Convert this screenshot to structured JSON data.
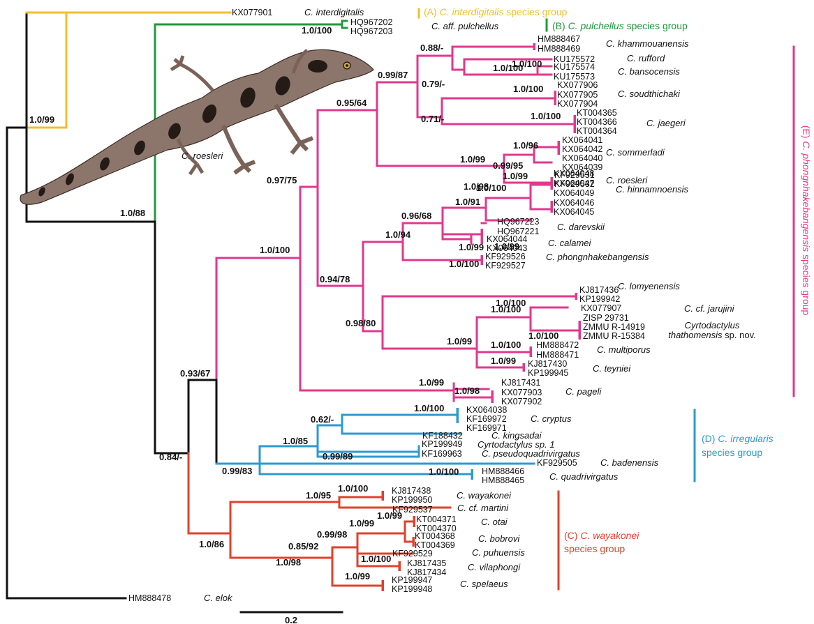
{
  "colors": {
    "root": "#111111",
    "A": "#f0bf2a",
    "B": "#21983c",
    "E": "#e0388e",
    "D": "#2b9ad0",
    "C": "#e0412c"
  },
  "groups": {
    "A": {
      "prefix": "(A) ",
      "name": "C. interdigitalis",
      "suffix": " species group"
    },
    "B": {
      "prefix": "(B) ",
      "name": "C. pulchellus",
      "suffix": " species group"
    },
    "E": {
      "prefix": "(E) ",
      "name": "C. phongnhakebangensis",
      "suffix": " species group"
    },
    "D": {
      "prefix": "(D) ",
      "name": "C. irregularis",
      "suffix": "species group"
    },
    "C": {
      "prefix": "(C) ",
      "name": "C. wayakonei",
      "suffix": "species group"
    }
  },
  "photo_label": "C. roesleri",
  "scale_label": "0.2",
  "support": {
    "root_b": "1.0/99",
    "crown": "1.0/88",
    "b": "1.0/100",
    "cde": "0.84/-",
    "de": "0.93/67",
    "e": "1.0/100",
    "e_main": "0.97/75",
    "e_upper": "0.95/64",
    "s_tr": "0.99/87",
    "s_kh": "0.88/-",
    "kham": "1.0/100",
    "rb": "0.79/-",
    "bans": "1.0/100",
    "sj": "0.71/-",
    "soud": "1.0/100",
    "jaeg": "1.0/100",
    "sr": "1.0/99",
    "somm": "1.0/96",
    "somm2": "0.99/95",
    "roes": "1.0/98",
    "e_lower": "0.94/78",
    "hdcp": "1.0/94",
    "hdc": "0.96/68",
    "hd": "1.0/91",
    "hinn": "1.0/100",
    "hinn2": "1.0/99",
    "dare": "1.0/99",
    "phon": "1.0/99",
    "cala": "1.0/100",
    "lj": "0.98/80",
    "lomy": "1.0/100",
    "jtmt": "1.0/99",
    "jt": "1.0/100",
    "thath": "1.0/100",
    "mult": "1.0/100",
    "teyn": "1.0/99",
    "page": "1.0/99",
    "page2": "1.0/98",
    "d": "0.99/83",
    "d_main": "1.0/85",
    "cryp_k": "0.62/-",
    "cryp": "1.0/100",
    "sp_pseudo": "0.99/89",
    "quad": "1.0/100",
    "c": "1.0/86",
    "wm": "1.0/95",
    "waya": "1.0/100",
    "c_rest": "1.0/98",
    "obpv": "0.85/92",
    "obp": "0.99/98",
    "ob": "1.0/99",
    "otai": "1.0/99",
    "vila": "1.0/100",
    "spel": "1.0/99"
  },
  "taxa": {
    "interdigitalis": {
      "acc": [
        "KX077901"
      ],
      "name": "C. interdigitalis"
    },
    "pulchellus": {
      "acc": [
        "HQ967202",
        "HQ967203"
      ],
      "name": "C. aff. pulchellus"
    },
    "khammouanensis": {
      "acc": [
        "HM888467",
        "HM888469"
      ],
      "name": "C. khammouanensis"
    },
    "rufford": {
      "acc": [
        "KU175572"
      ],
      "name": "C. rufford"
    },
    "bansocensis": {
      "acc": [
        "KU175574",
        "KU175573"
      ],
      "name": "C. bansocensis"
    },
    "soudthichaki": {
      "acc": [
        "KX077906",
        "KX077905",
        "KX077904"
      ],
      "name": "C. soudthichaki"
    },
    "jaegeri": {
      "acc": [
        "KT004365",
        "KT004366",
        "KT004364"
      ],
      "name": "C. jaegeri"
    },
    "sommerladi": {
      "acc": [
        "KX064041",
        "KX064042",
        "KX064040",
        "KX064039"
      ],
      "name": "C. sommerladi"
    },
    "roesleri": {
      "acc": [
        "KF929531",
        "KF929532"
      ],
      "name": "C. roesleri"
    },
    "hinnamnoensis": {
      "acc": [
        "KX064048",
        "KX064047",
        "KX064049",
        "KX064046",
        "KX064045"
      ],
      "name": "C. hinnamnoensis"
    },
    "darevskii": {
      "acc": [
        "HQ967223",
        "HQ967221"
      ],
      "name": "C. darevskii"
    },
    "calamei": {
      "acc": [
        "KX064044",
        "KX064043"
      ],
      "name": "C. calamei"
    },
    "phongnhakebangensis": {
      "acc": [
        "KF929526",
        "KF929527"
      ],
      "name": "C. phongnhakebangensis"
    },
    "lomyenensis": {
      "acc": [
        "KJ817436",
        "KP199942"
      ],
      "name": "C. lomyenensis"
    },
    "jarujini": {
      "acc": [
        "KX077907"
      ],
      "name": "C. cf. jarujini"
    },
    "thathomensis": {
      "acc": [
        "ZISP 29731",
        "ZMMU R-14919",
        "ZMMU R-15384"
      ],
      "name": "Cyrtodactylus",
      "name2": "thathomensis",
      "name2_suffix": " sp. nov."
    },
    "multiporus": {
      "acc": [
        "HM888472",
        "HM888471"
      ],
      "name": "C. multiporus"
    },
    "teyniei": {
      "acc": [
        "KJ817430",
        "KP199945"
      ],
      "name": "C. teyniei"
    },
    "pageli": {
      "acc": [
        "KJ817431",
        "KX077903",
        "KX077902"
      ],
      "name": "C. pageli"
    },
    "cryptus": {
      "acc": [
        "KX064038",
        "KF169972",
        "KF169971"
      ],
      "name": "C. cryptus"
    },
    "kingsadai": {
      "acc": [
        "KF188432"
      ],
      "name": "C. kingsadai"
    },
    "sp1": {
      "acc": [
        "KP199949"
      ],
      "name": "Cyrtodactylus sp. 1"
    },
    "pseudoquadrivirgatus": {
      "acc": [
        "KF169963"
      ],
      "name": "C. pseudoquadrivirgatus"
    },
    "badenensis": {
      "acc": [
        "KF929505"
      ],
      "name": "C. badenensis"
    },
    "quadrivirgatus": {
      "acc": [
        "HM888466",
        "HM888465"
      ],
      "name": "C. quadrivirgatus"
    },
    "wayakonei": {
      "acc": [
        "KJ817438",
        "KP199950"
      ],
      "name": "C. wayakonei"
    },
    "martini": {
      "acc": [
        "KF929537"
      ],
      "name": "C. cf. martini"
    },
    "otai": {
      "acc": [
        "KT004371",
        "KT004370"
      ],
      "name": "C. otai"
    },
    "bobrovi": {
      "acc": [
        "KT004368",
        "KT004369"
      ],
      "name": "C. bobrovi"
    },
    "puhuensis": {
      "acc": [
        "KF929529"
      ],
      "name": "C. puhuensis"
    },
    "vilaphongi": {
      "acc": [
        "KJ817435",
        "KJ817434"
      ],
      "name": "C. vilaphongi"
    },
    "spelaeus": {
      "acc": [
        "KP199947",
        "KP199948"
      ],
      "name": "C. spelaeus"
    },
    "elok": {
      "acc": [
        "HM888478"
      ],
      "name": "C. elok"
    }
  }
}
